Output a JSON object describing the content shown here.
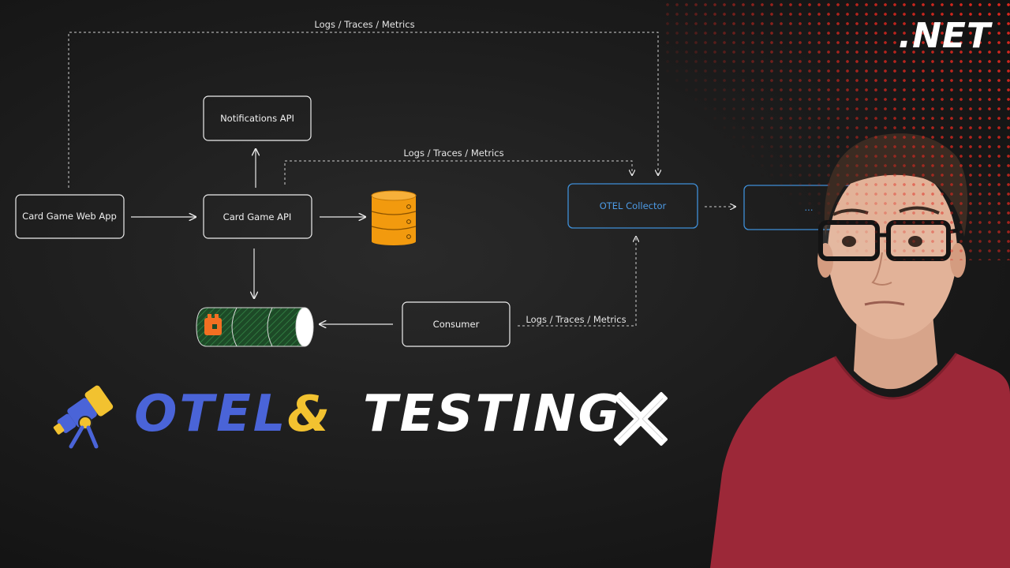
{
  "dotnet_label": ".NET",
  "diagram": {
    "nodes": {
      "notifications_api": "Notifications API",
      "web_app": "Card Game Web App",
      "card_game_api": "Card Game API",
      "otel_collector": "OTEL Collector",
      "export_target": "...",
      "consumer": "Consumer"
    },
    "edge_labels": {
      "top": "Logs / Traces / Metrics",
      "api_to_collector": "Logs / Traces / Metrics",
      "consumer_to_collector": "Logs / Traces / Metrics"
    }
  },
  "title": {
    "otel": "OTEL",
    "amp": "&",
    "testing": "TESTING"
  },
  "colors": {
    "otel_title": "#4a64d8",
    "amp": "#f2c230",
    "collector_border": "#3f8fd8",
    "database": "#f29a0e",
    "queue": "#1f5a30",
    "dots": "#e0281f",
    "shirt": "#9c2838"
  }
}
